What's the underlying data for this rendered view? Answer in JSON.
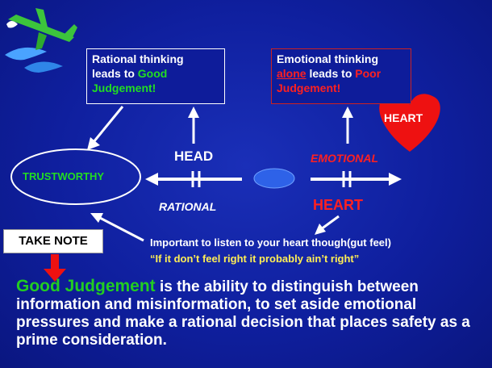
{
  "boxes": {
    "rational": {
      "line1": "Rational thinking",
      "line2": "leads to ",
      "good": "Good",
      "line3": "Judgement!"
    },
    "emotional": {
      "line1": "Emotional thinking",
      "alone": "alone",
      "leads": " leads to ",
      "poor": "Poor",
      "line3": "Judgement!"
    }
  },
  "labels": {
    "head": "HEAD",
    "rational": "RATIONAL",
    "emotional": "EMOTIONAL",
    "heart": "HEART",
    "heart_shape": "HEART",
    "trustworthy": "TRUSTWORTHY",
    "important": "Important to listen to your heart though(gut feel)",
    "quote": "“If it don’t feel right it probably ain’t right”"
  },
  "take_note": "TAKE NOTE",
  "conclusion": {
    "lead": "Good Judgement",
    "text": " is the ability to distinguish between information and misinformation, to set aside emotional pressures and make a rational decision that places safety as a prime consideration."
  },
  "colors": {
    "background": "#1226a8",
    "green": "#22dd22",
    "red": "#ff2020",
    "heart": "#ee1111",
    "yellow_text": "#ffee55"
  },
  "icons": [
    "airplane-logo-icon",
    "heart-shape-icon"
  ]
}
